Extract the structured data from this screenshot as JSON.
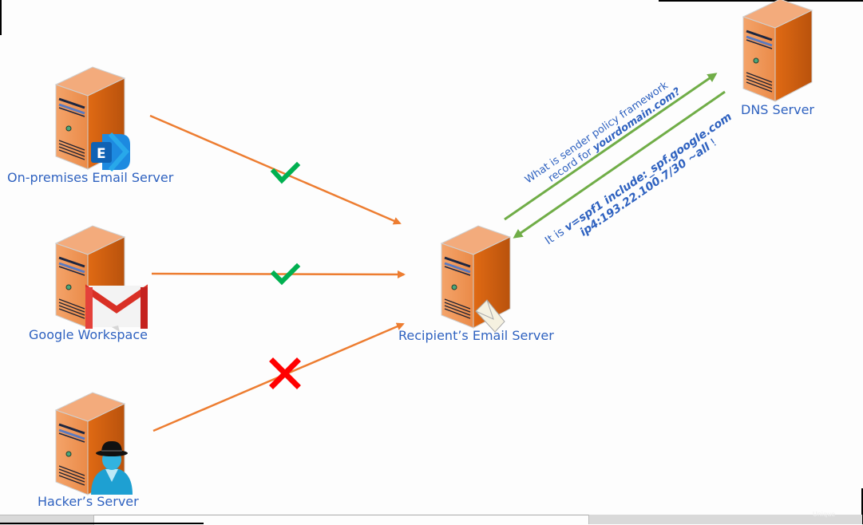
{
  "nodes": {
    "on_prem": {
      "label": "On-premises Email Server",
      "badge": "exchange-logo",
      "badge_letter": "E"
    },
    "google": {
      "label": "Google Workspace",
      "badge": "gmail-logo"
    },
    "hacker": {
      "label": "Hacker’s  Server",
      "badge": "hacker-avatar"
    },
    "recipient": {
      "label": "Recipient’s Email Server",
      "badge": "envelope"
    },
    "dns": {
      "label": "DNS Server"
    }
  },
  "flows": [
    {
      "from": "on_prem",
      "to": "recipient",
      "status": "allowed",
      "mark": "✔"
    },
    {
      "from": "google",
      "to": "recipient",
      "status": "allowed",
      "mark": "✔"
    },
    {
      "from": "hacker",
      "to": "recipient",
      "status": "rejected",
      "mark": "✖"
    }
  ],
  "dns_query": {
    "line1": "What is sender policy framework",
    "line2_prefix": "record for ",
    "line2_bold": "yourdomain.com?"
  },
  "dns_answer": {
    "prefix": "It is ",
    "line1_bold": "v=spf1 include:_spf.google.com",
    "line2_bold": "ip4:193.22.100.7/30 ~all",
    "line2_suffix": " !"
  },
  "colors": {
    "server_orange": "#e07a2c",
    "flow_arrow": "#ed7d31",
    "dns_arrow": "#70ad47",
    "label_blue": "#2f62c0",
    "check_green": "#00b050",
    "cross_red": "#ff0000"
  },
  "watermark": "Unique"
}
